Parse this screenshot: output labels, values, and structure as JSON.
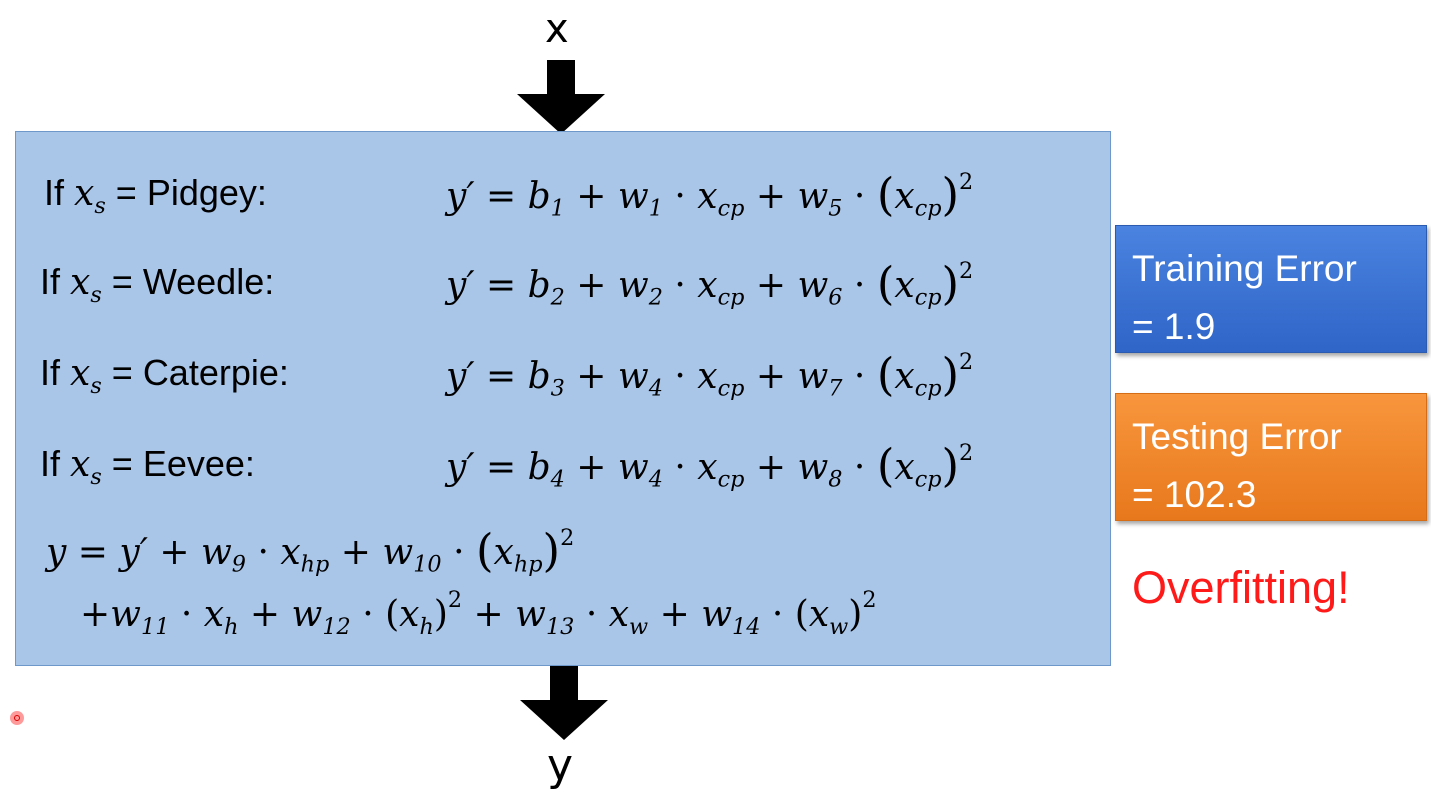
{
  "input_label": "x",
  "output_label": "y",
  "conditions": [
    {
      "species": "Pidgey",
      "b": "1",
      "w1": "1",
      "w2": "5"
    },
    {
      "species": "Weedle",
      "b": "2",
      "w1": "2",
      "w2": "6"
    },
    {
      "species": "Caterpie",
      "b": "3",
      "w1": "4",
      "w2": "7"
    },
    {
      "species": "Eevee",
      "b": "4",
      "w1": "4",
      "w2": "8"
    }
  ],
  "final": {
    "w_hp1": "9",
    "w_hp2": "10",
    "w_h1": "11",
    "w_h2": "12",
    "w_w1": "13",
    "w_w2": "14"
  },
  "training_error": {
    "label": "Training Error",
    "value": "= 1.9"
  },
  "testing_error": {
    "label": "Testing Error",
    "value": "= 102.3"
  },
  "verdict": "Overfitting!",
  "colors": {
    "box": "#a9c6e9",
    "training": "#3b73d4",
    "testing": "#f28a2e",
    "verdict": "#ff1a1a"
  },
  "icons": [
    "arrow-down-icon",
    "arrow-down-icon",
    "cursor-dot"
  ]
}
